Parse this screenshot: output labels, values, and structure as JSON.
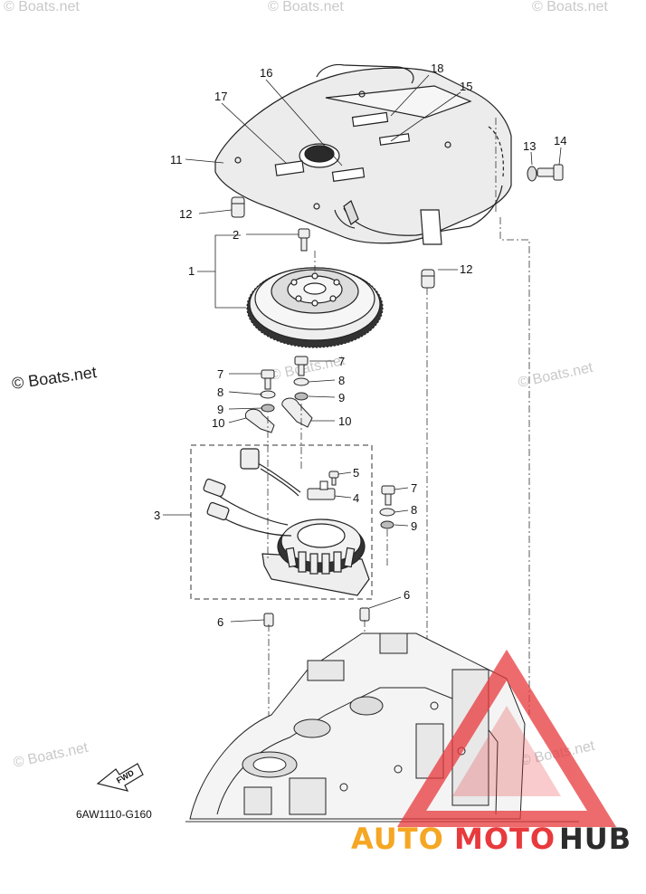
{
  "diagram": {
    "part_code": "6AW1110-G160",
    "fwd_label": "FWD",
    "callouts": [
      {
        "id": "c18",
        "label": "18"
      },
      {
        "id": "c16",
        "label": "16"
      },
      {
        "id": "c15",
        "label": "15"
      },
      {
        "id": "c17",
        "label": "17"
      },
      {
        "id": "c13",
        "label": "13"
      },
      {
        "id": "c14",
        "label": "14"
      },
      {
        "id": "c11",
        "label": "11"
      },
      {
        "id": "c12a",
        "label": "12"
      },
      {
        "id": "c2",
        "label": "2"
      },
      {
        "id": "c12b",
        "label": "12"
      },
      {
        "id": "c1",
        "label": "1"
      },
      {
        "id": "c7a",
        "label": "7"
      },
      {
        "id": "c7b",
        "label": "7"
      },
      {
        "id": "c8a",
        "label": "8"
      },
      {
        "id": "c8b",
        "label": "8"
      },
      {
        "id": "c9a",
        "label": "9"
      },
      {
        "id": "c9b",
        "label": "9"
      },
      {
        "id": "c10a",
        "label": "10"
      },
      {
        "id": "c10b",
        "label": "10"
      },
      {
        "id": "c5",
        "label": "5"
      },
      {
        "id": "c4",
        "label": "4"
      },
      {
        "id": "c3",
        "label": "3"
      },
      {
        "id": "c7c",
        "label": "7"
      },
      {
        "id": "c8c",
        "label": "8"
      },
      {
        "id": "c9c",
        "label": "9"
      },
      {
        "id": "c6a",
        "label": "6"
      },
      {
        "id": "c6b",
        "label": "6"
      }
    ]
  },
  "watermarks": {
    "main": "© Boats.net",
    "faint": "© Boats.net"
  },
  "logo": {
    "part1": "AUTO",
    "part2": "MOTO",
    "part3": "HUB",
    "color1": "#f5a623",
    "color2": "#e8393c",
    "color3": "#2c2c2c"
  }
}
